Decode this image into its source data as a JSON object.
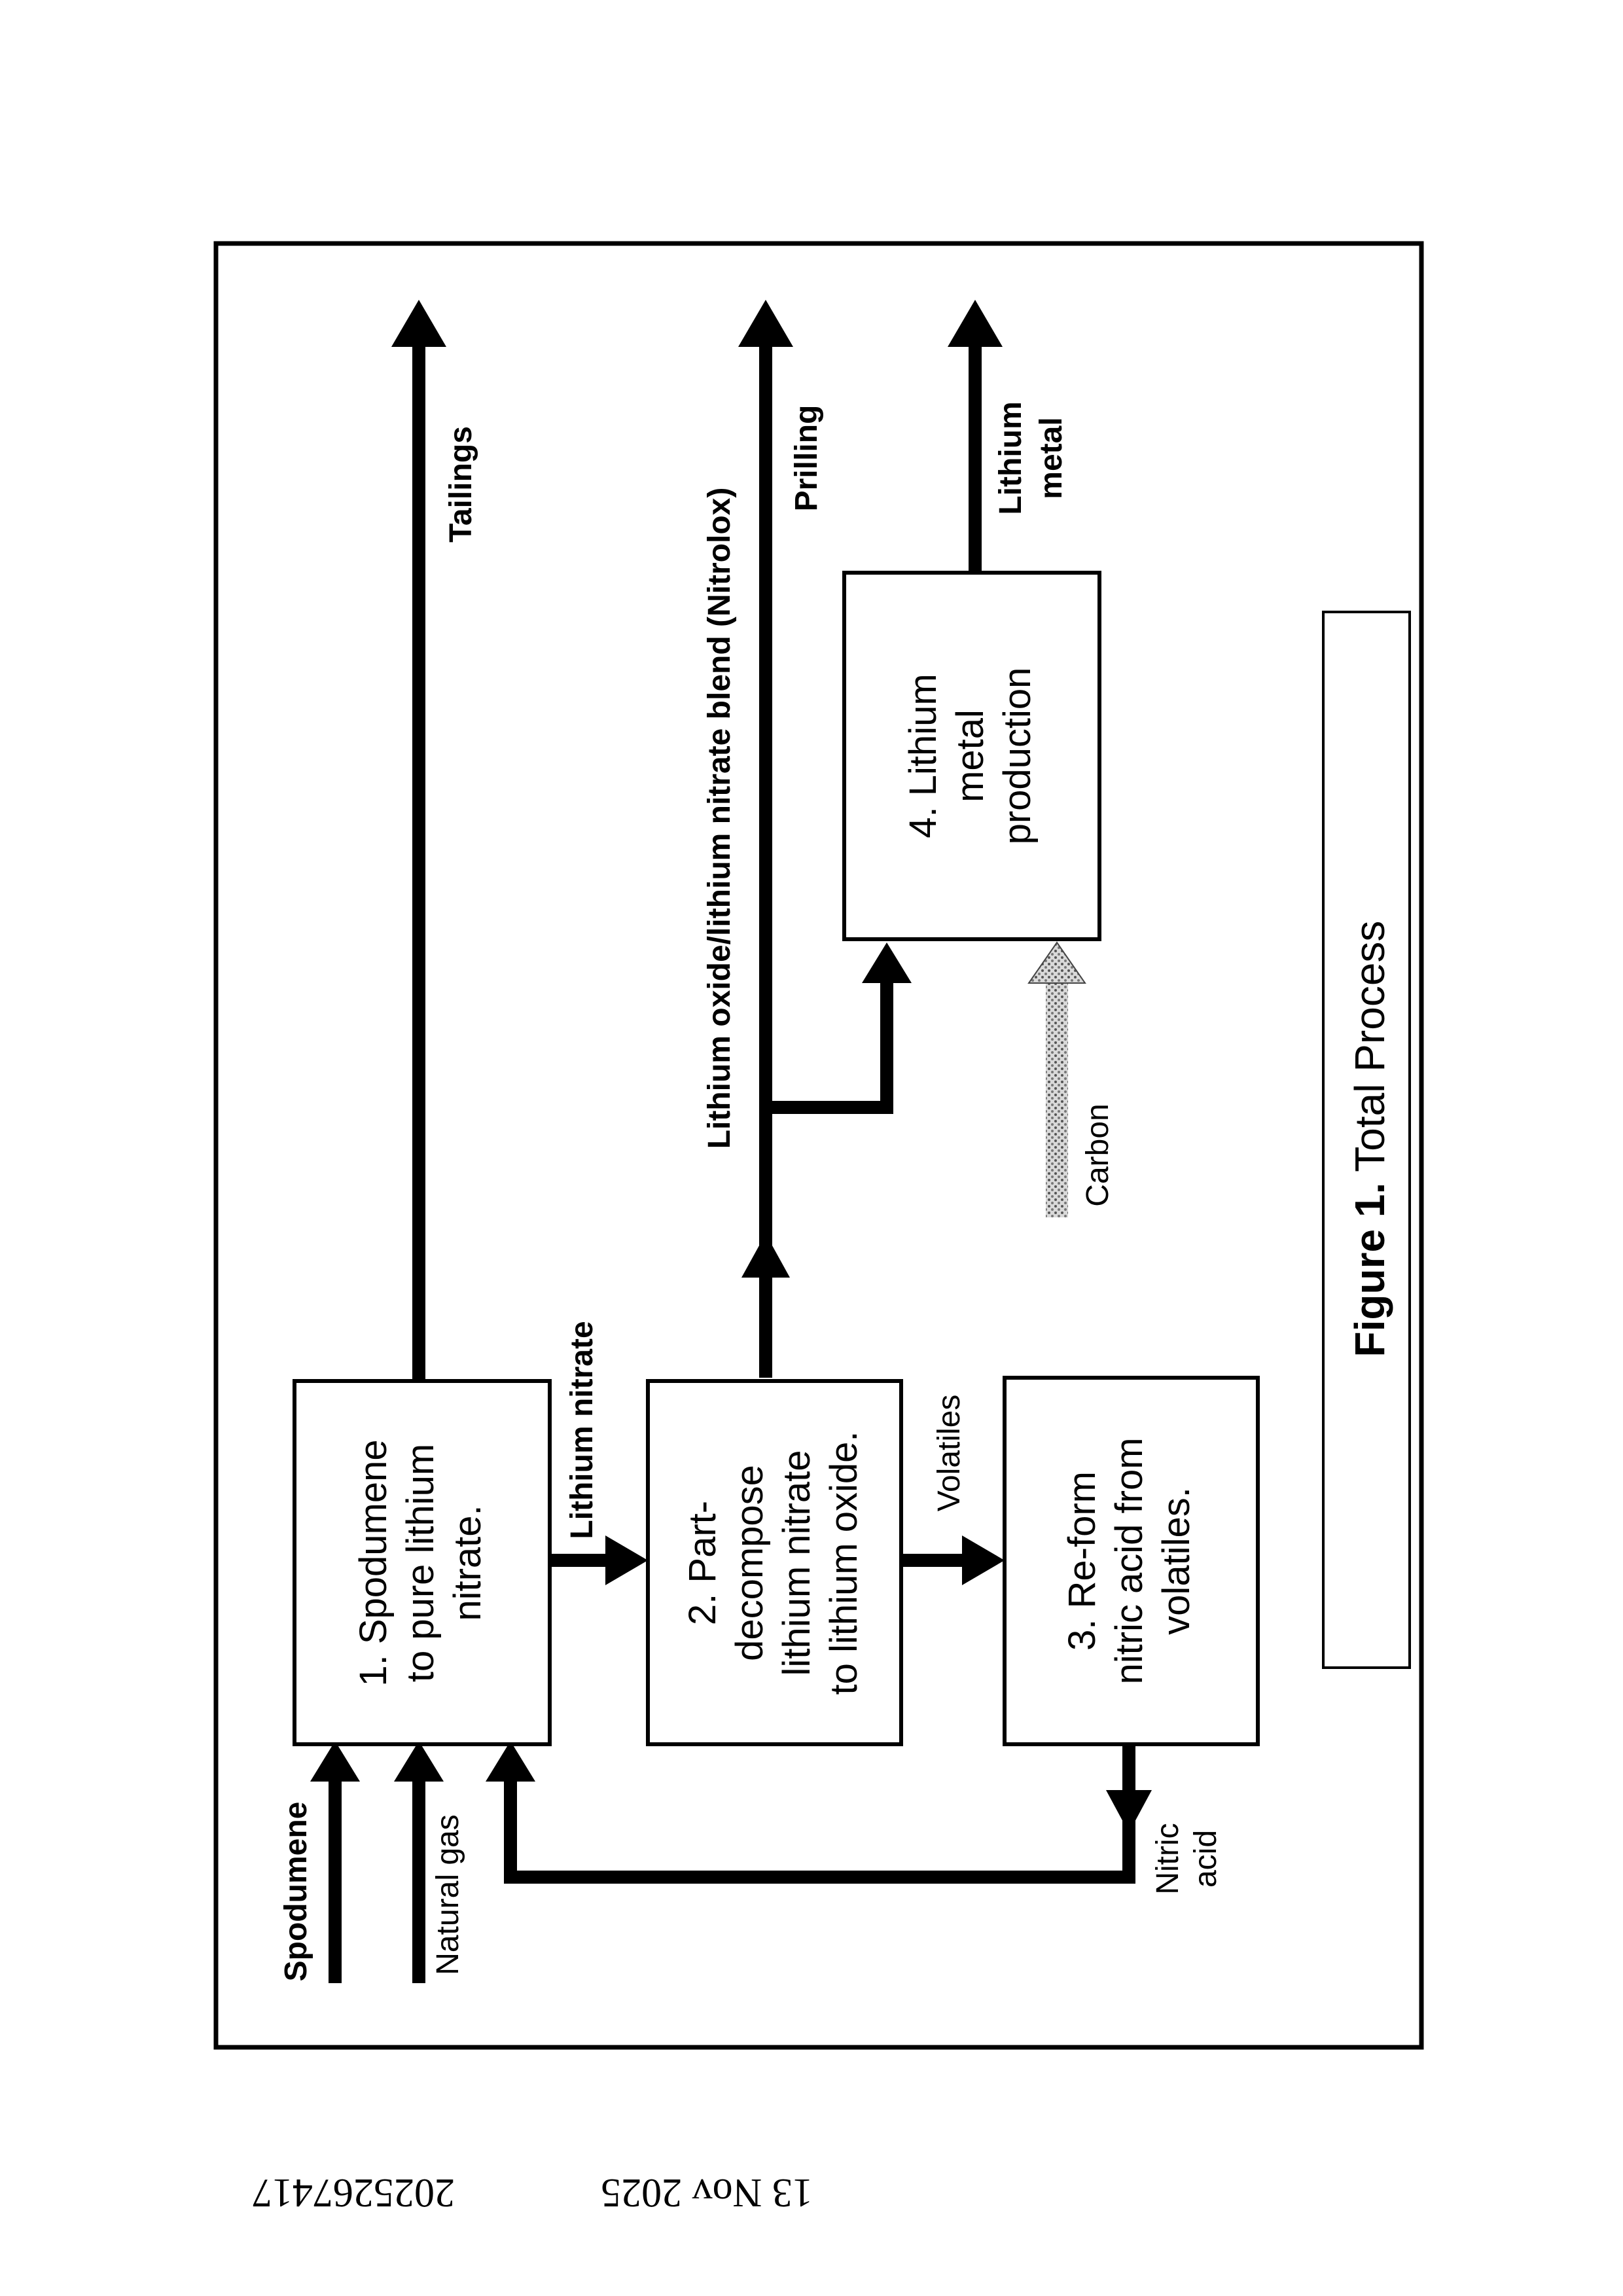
{
  "header": {
    "doc_number": "2025267417",
    "date": "13 Nov 2025"
  },
  "figure": {
    "caption_prefix": "Figure 1.",
    "caption_text": "Total Process",
    "boxes": {
      "box1": [
        "1.  Spodumene",
        "to pure lithium",
        "nitrate."
      ],
      "box2": [
        "2.  Part-",
        "decompose",
        "lithium nitrate",
        "to lithium oxide."
      ],
      "box3": [
        "3.  Re-form",
        "nitric acid from",
        "volatiles."
      ],
      "box4": [
        "4.  Lithium",
        "metal",
        "production"
      ]
    },
    "labels": {
      "spodumene": "Spodumene",
      "natural_gas": "Natural gas",
      "tailings": "Tailings",
      "lithium_nitrate": "Lithium nitrate",
      "blend": "Lithium oxide/lithium nitrate blend (Nitrolox)",
      "prilling": "Prilling",
      "volatiles": "Volatiles",
      "nitric_acid": [
        "Nitric",
        "acid"
      ],
      "carbon": "Carbon",
      "lithium_metal": [
        "Lithium",
        "metal"
      ]
    }
  }
}
